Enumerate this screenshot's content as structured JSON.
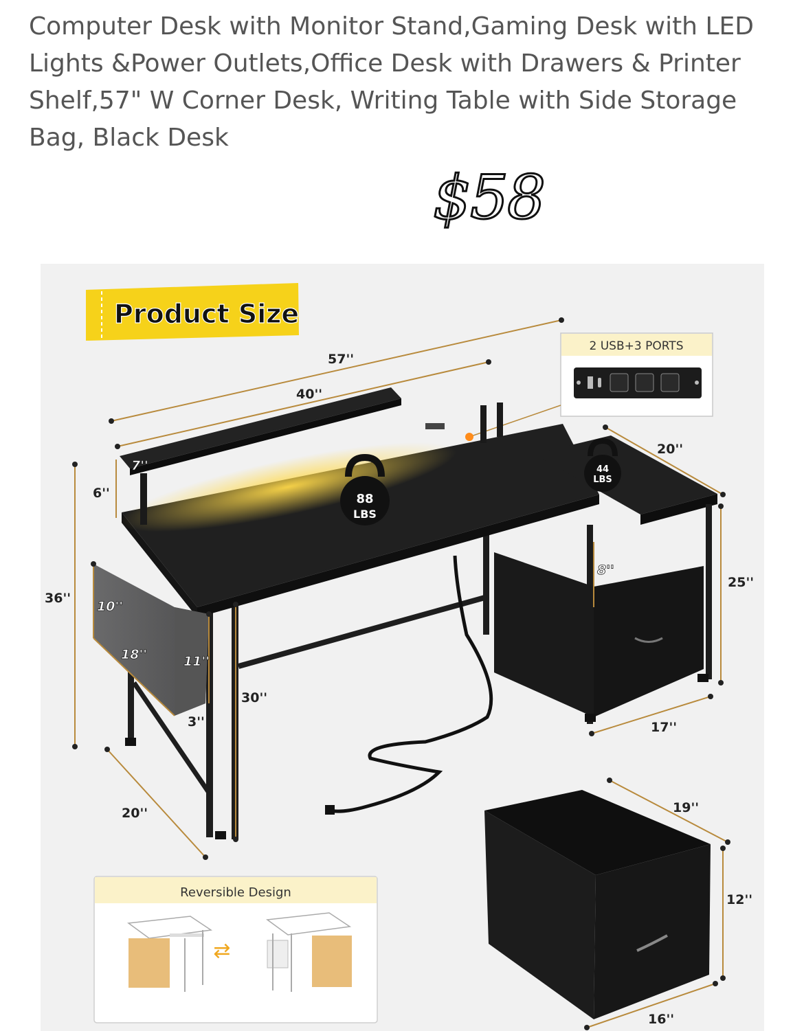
{
  "listing": {
    "title": "Computer Desk with Monitor Stand,Gaming Desk with LED Lights &Power Outlets,Office Desk with Drawers & Printer Shelf,57\" W Corner Desk, Writing Table with Side Storage Bag, Black Desk",
    "price": "$58"
  },
  "image": {
    "banner": "Product Size",
    "ports_label": "2 USB+3 PORTS",
    "reversible_label": "Reversible Design",
    "weight_top": [
      "88",
      "LBS"
    ],
    "weight_cabinet": [
      "44",
      "LBS"
    ],
    "dims": {
      "width_total": "57''",
      "width_desk": "40''",
      "shelf_depth": "7''",
      "shelf_height": "6''",
      "height_total": "36''",
      "bag_height": "10''",
      "bag_width": "18''",
      "bag_depth": "11''",
      "bag_gap": "3''",
      "leg_height": "30''",
      "desk_depth": "20''",
      "cabinet_depth": "20''",
      "cabinet_height": "25''",
      "shelf_gap": "8''",
      "cabinet_width": "17''",
      "drawer_depth": "19''",
      "drawer_height": "12''",
      "drawer_width": "16''"
    },
    "colors": {
      "banner": "#f6d21a",
      "led": "#ffc61a",
      "desk": "#1c1c1c",
      "bag": "#5f5f60",
      "dim_line": "#b88a3c",
      "background": "#f1f1f1"
    }
  }
}
